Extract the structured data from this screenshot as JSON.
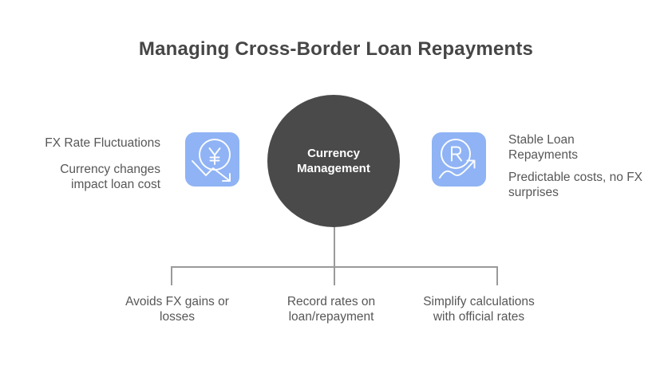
{
  "title": {
    "text": "Managing Cross-Border Loan Repayments"
  },
  "center_node": {
    "lines": [
      "Currency",
      "Management"
    ],
    "fill_color": "#4a4a4a",
    "text_color": "#ffffff"
  },
  "left_item": {
    "icon": "yen-currency-decline-icon",
    "heading_lines": [
      "FX Rate Fluctuations"
    ],
    "description_lines": [
      "Currency changes",
      "impact loan cost"
    ]
  },
  "right_item": {
    "icon": "rand-currency-rise-icon",
    "heading_lines": [
      "Stable Loan",
      "Repayments"
    ],
    "description_lines": [
      "Predictable costs, no FX",
      "surprises"
    ]
  },
  "bottom_items": [
    {
      "lines": [
        "Avoids FX gains or",
        "losses"
      ]
    },
    {
      "lines": [
        "Record rates on",
        "loan/repayment"
      ]
    },
    {
      "lines": [
        "Simplify calculations",
        "with official rates"
      ]
    }
  ],
  "colors": {
    "accent_blue": "#8fb3f4",
    "node_dark": "#4a4a4a",
    "connector_gray": "#9a9a9a",
    "title_text": "#464646",
    "body_text": "#575757"
  }
}
